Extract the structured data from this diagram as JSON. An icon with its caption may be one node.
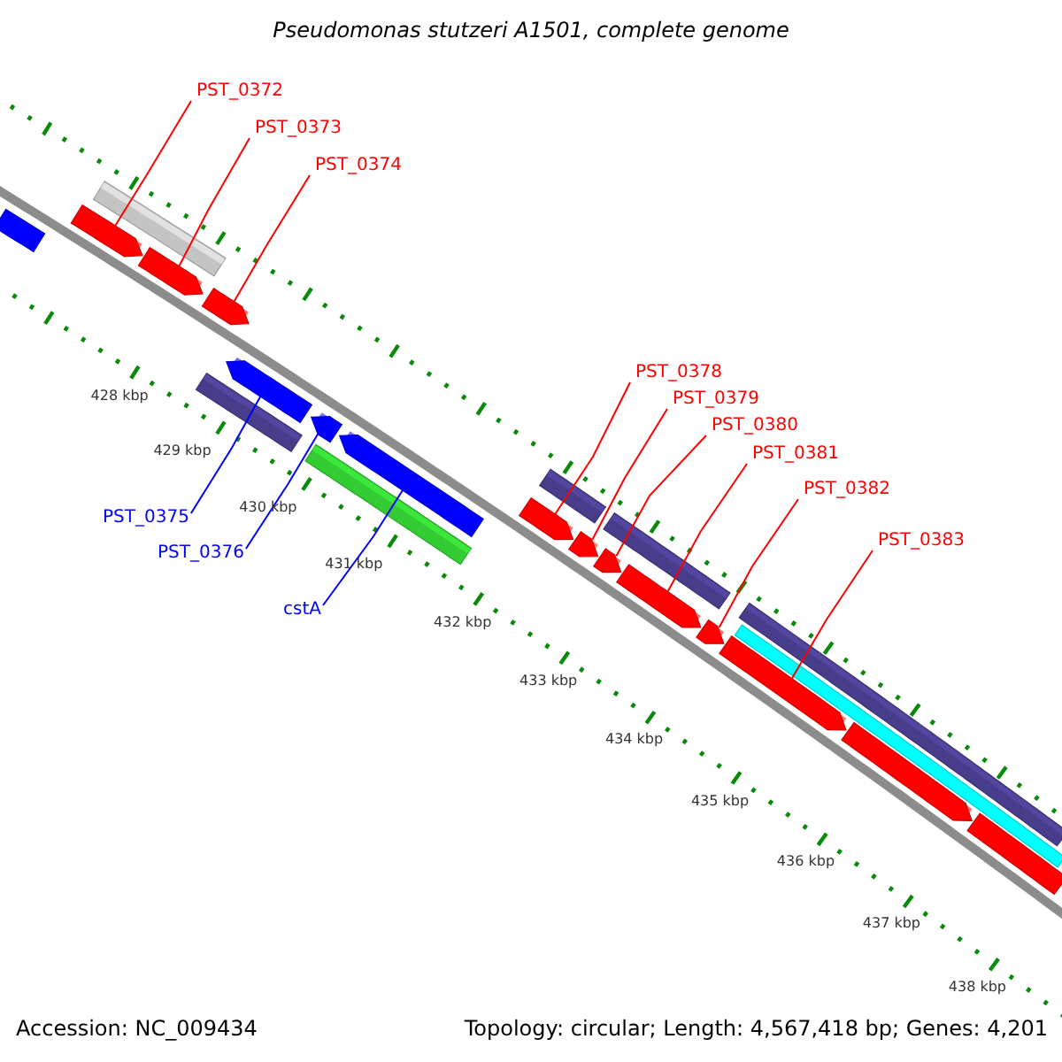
{
  "diagram": {
    "title": "Pseudomonas stutzeri A1501, complete genome",
    "nodes": [
      {
        "text": [
          "PST_0372"
        ]
      },
      {
        "text": [
          "PST_0373"
        ]
      },
      {
        "text": [
          "PST_0374"
        ]
      },
      {
        "text": [],
        "shape": "bar"
      },
      {
        "text": [],
        "shape": "bar"
      },
      {
        "text": [],
        "shape": "bar"
      },
      {
        "text": [],
        "shape": "bar"
      },
      {
        "text": [],
        "shape": "bar"
      },
      {
        "text": [
          "PST_0375"
        ]
      },
      {
        "text": [
          "PST_0376"
        ]
      },
      {
        "text": [
          "cstA"
        ]
      },
      {
        "text": [],
        "shape": "bar"
      },
      {
        "text": [],
        "shape": "bar"
      },
      {
        "text": [],
        "shape": "bar"
      },
      {
        "text": [],
        "shape": "bar"
      },
      {
        "text": [],
        "shape": "bar"
      },
      {
        "text": [
          "PST_0378"
        ]
      },
      {
        "text": [
          "PST_0379"
        ]
      },
      {
        "text": [
          "PST_0380"
        ]
      },
      {
        "text": [
          "PST_0381"
        ]
      },
      {
        "text": [
          "PST_0382"
        ]
      },
      {
        "text": [
          "PST_0383"
        ]
      },
      {
        "text": [],
        "shape": "bar"
      },
      {
        "text": [],
        "shape": "bar"
      },
      {
        "text": [],
        "shape": "bar"
      },
      {
        "text": [],
        "shape": "bar"
      },
      {
        "text": [],
        "shape": "bar"
      },
      {
        "text": [],
        "shape": "bar"
      },
      {
        "text": [],
        "shape": "bar"
      },
      {
        "text": [],
        "shape": "bar"
      },
      {
        "text": [],
        "shape": "bar"
      },
      {
        "text": [],
        "shape": "bar"
      },
      {
        "text": [],
        "shape": "bar"
      },
      {
        "text": [],
        "shape": "bar"
      }
    ],
    "edges": [
      {
        "from": 0,
        "to": 5,
        "arrow": "none"
      },
      {
        "from": 1,
        "to": 6,
        "arrow": "none"
      },
      {
        "from": 2,
        "to": 7,
        "arrow": "none"
      },
      {
        "from": 8,
        "to": 12,
        "arrow": "none",
        "color": "#0000ff"
      },
      {
        "from": 9,
        "to": 13,
        "arrow": "none",
        "color": "#0000ff"
      },
      {
        "from": 10,
        "to": 14,
        "arrow": "none",
        "color": "#0000ff"
      },
      {
        "from": 16,
        "to": 23,
        "arrow": "none"
      },
      {
        "from": 17,
        "to": 24,
        "arrow": "none"
      },
      {
        "from": 18,
        "to": 25,
        "arrow": "none"
      },
      {
        "from": 19,
        "to": 27,
        "arrow": "none"
      },
      {
        "from": 20,
        "to": 28,
        "arrow": "none"
      },
      {
        "from": 21,
        "to": 31,
        "arrow": "none"
      }
    ],
    "labels": [
      "428 kbp",
      "429 kbp",
      "430 kbp",
      "431 kbp",
      "432 kbp",
      "433 kbp",
      "434 kbp",
      "435 kbp",
      "436 kbp",
      "437 kbp",
      "438 kbp",
      "Accession: NC_009434",
      "Topology: circular; Length: 4,567,418 bp; Genes: 4,201"
    ]
  }
}
